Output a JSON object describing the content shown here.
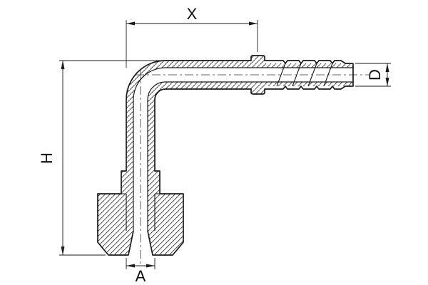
{
  "drawing": {
    "type": "technical-dimension-drawing",
    "subject": "90-degree elbow hose barb fitting with nut, cross-section view",
    "background": "#ffffff",
    "line_color": "#1a1a1a",
    "hatch_color": "#2a2a2a",
    "labels": {
      "length_top": "X",
      "tail_diameter": "D",
      "overall_height": "H",
      "outlet_bore": "A"
    }
  }
}
